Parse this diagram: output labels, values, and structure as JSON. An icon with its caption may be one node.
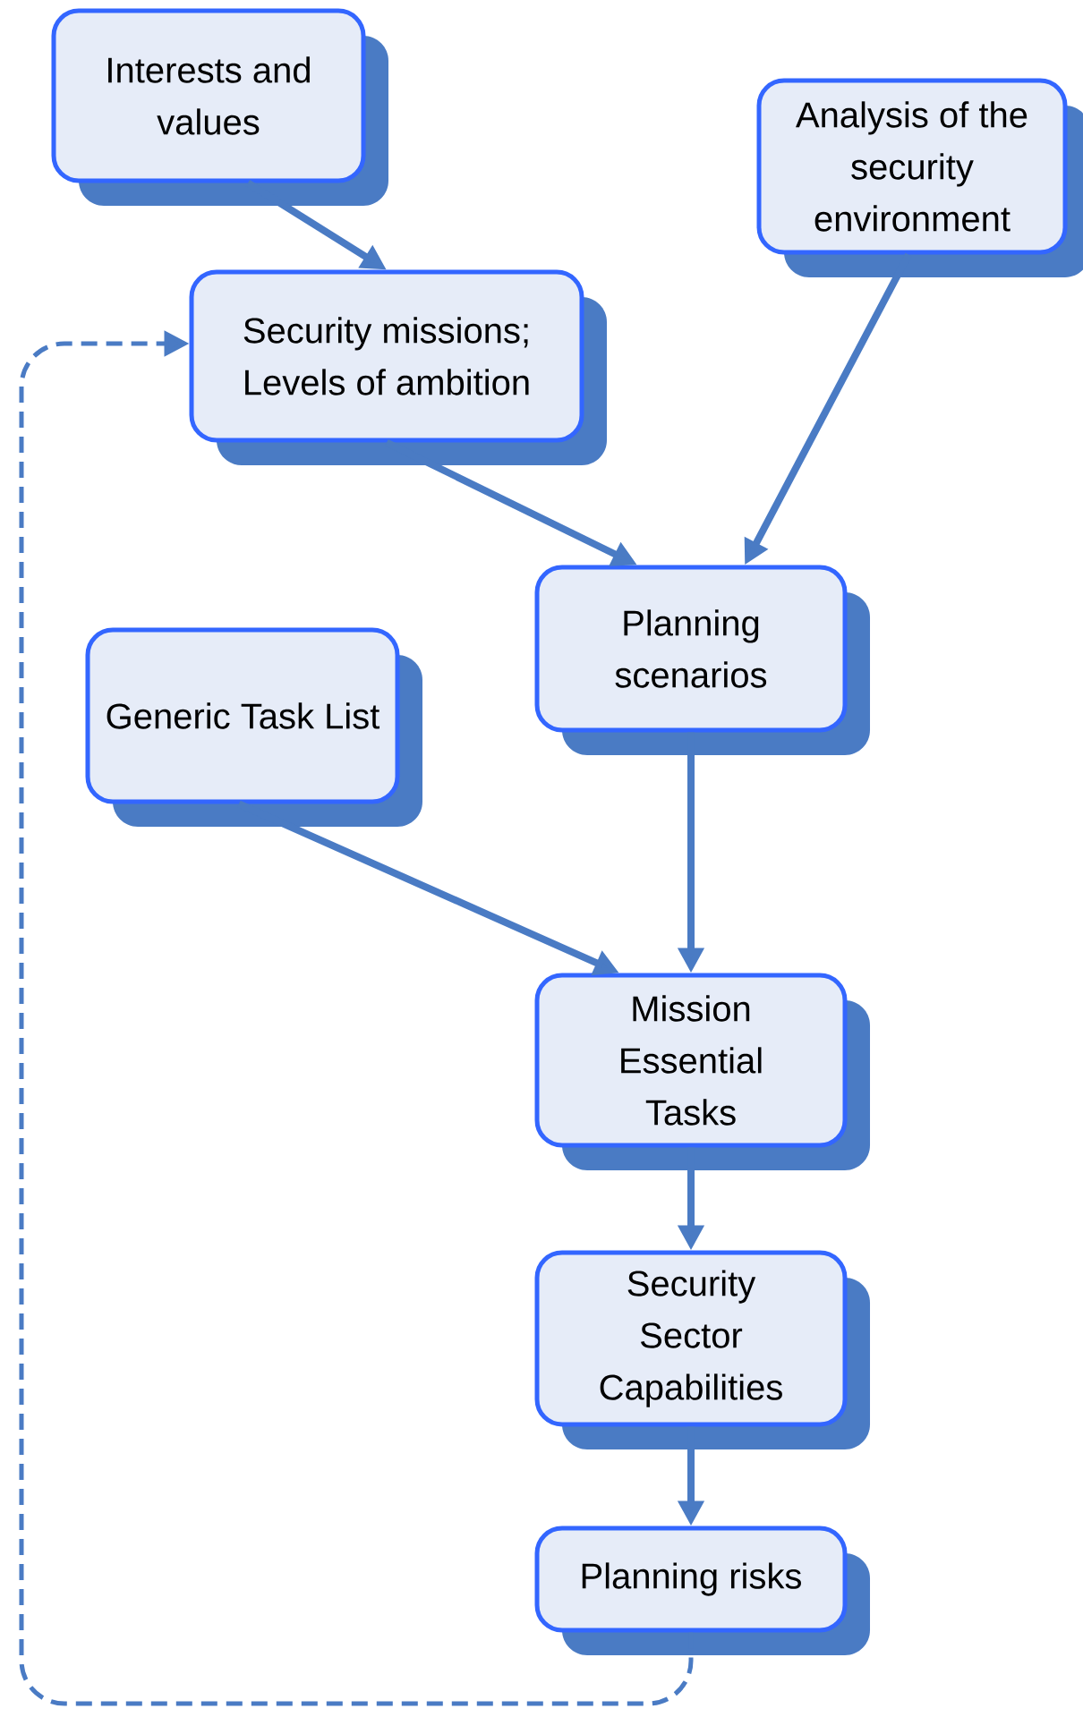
{
  "diagram": {
    "nodes": [
      {
        "text": [
          "Interests and values"
        ]
      },
      {
        "text": [
          "Security missions; Levels of ambition"
        ]
      },
      {
        "text": [
          "Analysis of the security environment"
        ]
      },
      {
        "text": [
          "Planning scenarios"
        ]
      },
      {
        "text": [
          "Generic Task List"
        ]
      },
      {
        "text": [
          "Mission Essential Tasks"
        ]
      },
      {
        "text": [
          "Security Sector Capabilities"
        ]
      },
      {
        "text": [
          "Planning risks"
        ]
      }
    ],
    "edges": [
      {
        "from": 0,
        "to": 1,
        "arrow": "to"
      },
      {
        "from": 1,
        "to": 3,
        "arrow": "to"
      },
      {
        "from": 2,
        "to": 3,
        "arrow": "to"
      },
      {
        "from": 3,
        "to": 5,
        "arrow": "to"
      },
      {
        "from": 4,
        "to": 5,
        "arrow": "to"
      },
      {
        "from": 5,
        "to": 6,
        "arrow": "to"
      },
      {
        "from": 6,
        "to": 7,
        "arrow": "to"
      },
      {
        "from": 7,
        "to": 1,
        "arrow": "to",
        "style": "dashed"
      }
    ]
  }
}
